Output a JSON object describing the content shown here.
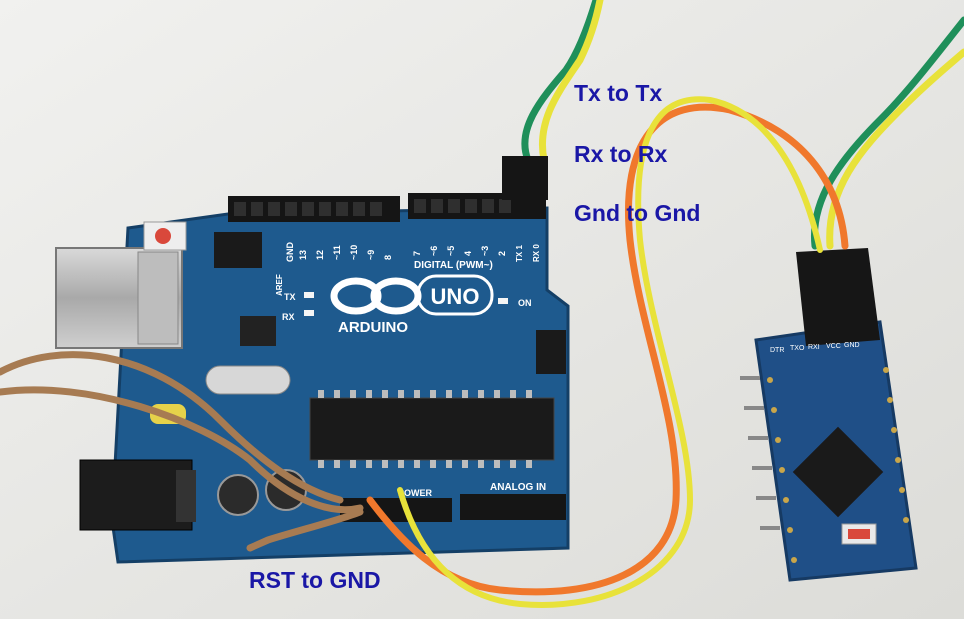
{
  "captions": {
    "tx_to_tx": "Tx to Tx",
    "rx_to_rx": "Rx to Rx",
    "gnd_to_gnd": "Gnd to Gnd",
    "rst_to_gnd": "RST to GND"
  },
  "uno_board": {
    "logo_text": "UNO",
    "brand_text": "ARDUINO",
    "digital_label": "DIGITAL (PWM~)",
    "analog_label": "ANALOG IN",
    "power_label": "POWER",
    "on_label": "ON",
    "tx_label": "TX",
    "rx_label": "RX",
    "aref_label": "AREF",
    "gnd_label": "GND",
    "pin_numbers": [
      "13",
      "12",
      "~11",
      "~10",
      "~9",
      "8",
      "7",
      "~6",
      "~5",
      "4",
      "~3",
      "2",
      "TX 1",
      "RX 0"
    ]
  },
  "pro_mini": {
    "header_labels": [
      "DTR",
      "TXO",
      "RXI",
      "VCC",
      "GND"
    ]
  },
  "colors": {
    "board_blue": "#1e5a8e",
    "wire_green": "#1f8f5a",
    "wire_yellow": "#e8e23a",
    "wire_orange": "#f0782c",
    "wire_brown": "#a77b52",
    "caption_blue": "#1a17a6"
  }
}
